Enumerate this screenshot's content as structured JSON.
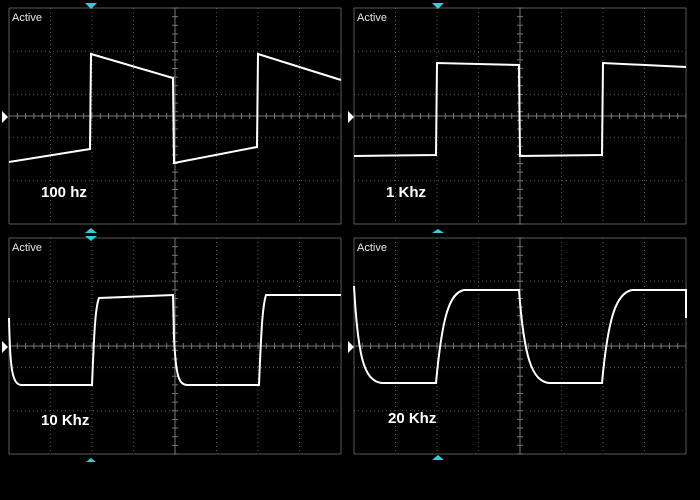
{
  "colors": {
    "background": "#000000",
    "grid": "#5a5a5a",
    "trace": "#ffffff",
    "trigger_marker": "#33ccdd",
    "ground_marker": "#ffffff"
  },
  "icons": {
    "trigger": "trigger-position-marker-icon",
    "ground": "ground-level-marker-icon"
  },
  "panels": [
    {
      "status": "Active",
      "frequency_label": "100 hz",
      "waveform": "square-with-tilt"
    },
    {
      "status": "Active",
      "frequency_label": "1 Khz",
      "waveform": "square"
    },
    {
      "status": "Active",
      "frequency_label": "10 Khz",
      "waveform": "square-rounded"
    },
    {
      "status": "Active",
      "frequency_label": "20 Khz",
      "waveform": "square-rounded-more"
    }
  ]
}
